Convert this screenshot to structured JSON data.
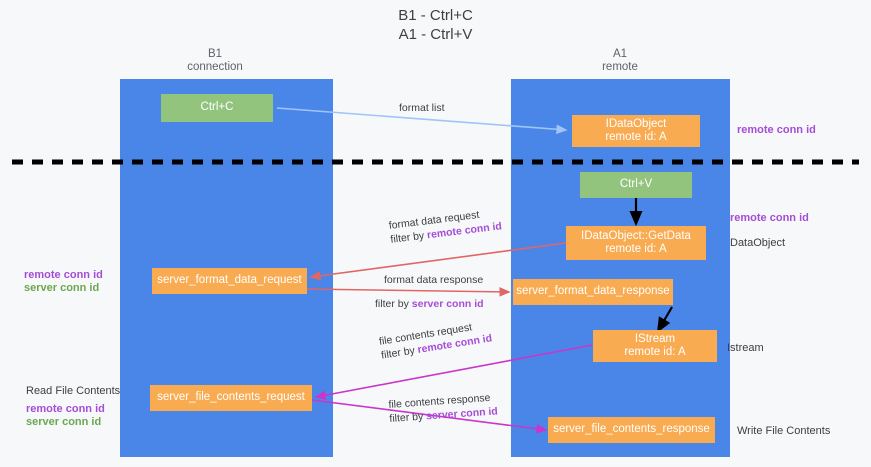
{
  "title": {
    "line1": "B1 - Ctrl+C",
    "line2": "A1 - Ctrl+V"
  },
  "columns": [
    {
      "name": "B1",
      "sub": "connection"
    },
    {
      "name": "A1",
      "sub": "remote"
    }
  ],
  "colors": {
    "lane": "#4a86e8",
    "green_box": "#93c47d",
    "orange_box": "#f9ab52",
    "remote_conn_id": "#a64dd6",
    "server_conn_id": "#6aa84f",
    "arrow_format_list": "#9fc5f8",
    "arrow_black": "#000000",
    "arrow_red": "#e06666",
    "arrow_magenta": "#c936c9",
    "divider": "#000000"
  },
  "nodes": {
    "ctrl_c": "Ctrl+C",
    "ctrl_v": "Ctrl+V",
    "idataobject": {
      "line1": "IDataObject",
      "line2": "remote id: A"
    },
    "idataobject_getdata": {
      "line1": "IDataObject::GetData",
      "line2": "remote id: A"
    },
    "istream": {
      "line1": "IStream",
      "line2": "remote id: A"
    },
    "server_format_data_request": "server_format_data_request",
    "server_format_data_response": "server_format_data_response",
    "server_file_contents_request": "server_file_contents_request",
    "server_file_contents_response": "server_file_contents_response"
  },
  "right_labels": {
    "remote_conn_id_top": "remote conn id",
    "remote_conn_id_mid": "remote conn id",
    "dataobject": "DataObject",
    "istream": "Istream",
    "write_file_contents": "Write File Contents"
  },
  "left_labels": {
    "remote_conn_id_1": "remote conn id",
    "server_conn_id_1": "server conn id",
    "read_file_contents": "Read File Contents",
    "remote_conn_id_2": "remote conn id",
    "server_conn_id_2": "server conn id"
  },
  "edges": {
    "format_list": "format list",
    "format_data_request": "format data request",
    "format_data_request_filter_prefix": "filter by ",
    "format_data_request_filter_key": "remote conn id",
    "format_data_response": "format data response",
    "format_data_response_filter_prefix": "filter by ",
    "format_data_response_filter_key": "server conn id",
    "file_contents_request": "file contents request",
    "file_contents_request_filter_prefix": "filter by ",
    "file_contents_request_filter_key": "remote conn id",
    "file_contents_response": "file contents response",
    "file_contents_response_filter_prefix": "filter by ",
    "file_contents_response_filter_key": "server conn id"
  }
}
